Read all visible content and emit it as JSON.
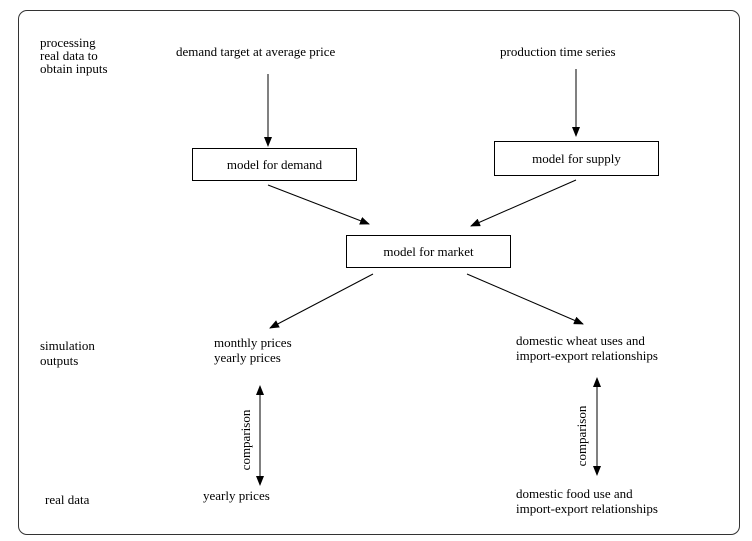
{
  "sections": {
    "processing": "processing\nreal data to\nobtain inputs",
    "simulation": "simulation\noutputs",
    "real_data": "real data"
  },
  "inputs": {
    "demand_target": "demand target at average price",
    "production_series": "production time series"
  },
  "models": {
    "demand": "model for demand",
    "supply": "model for supply",
    "market": "model for market"
  },
  "outputs": {
    "prices": "monthly prices\nyearly prices",
    "wheat_uses": "domestic wheat uses and\nimport-export relationships"
  },
  "real": {
    "yearly_prices": "yearly prices",
    "food_use": "domestic food use and\nimport-export relationships"
  },
  "comparison_labels": {
    "left": "comparison",
    "right": "comparison"
  }
}
